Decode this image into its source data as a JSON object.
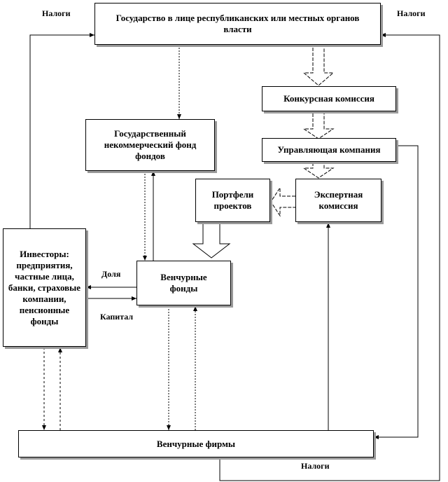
{
  "nodes": {
    "state": "Государство в лице республиканских или местных органов власти",
    "competition_commission": "Конкурсная комиссия",
    "management_company": "Управляющая компания",
    "state_fund": "Государственный некоммерческий фонд фондов",
    "project_portfolios": "Портфели проектов",
    "expert_commission": "Экспертная комиссия",
    "investors": "Инвесторы: предприятия, частные лица, банки, страховые компании, пенсионные фонды",
    "venture_funds": "Венчурные фонды",
    "venture_firms": "Венчурные фирмы"
  },
  "labels": {
    "taxes_left": "Налоги",
    "taxes_right": "Налоги",
    "taxes_bottom": "Налоги",
    "share": "Доля",
    "capital": "Капитал"
  }
}
